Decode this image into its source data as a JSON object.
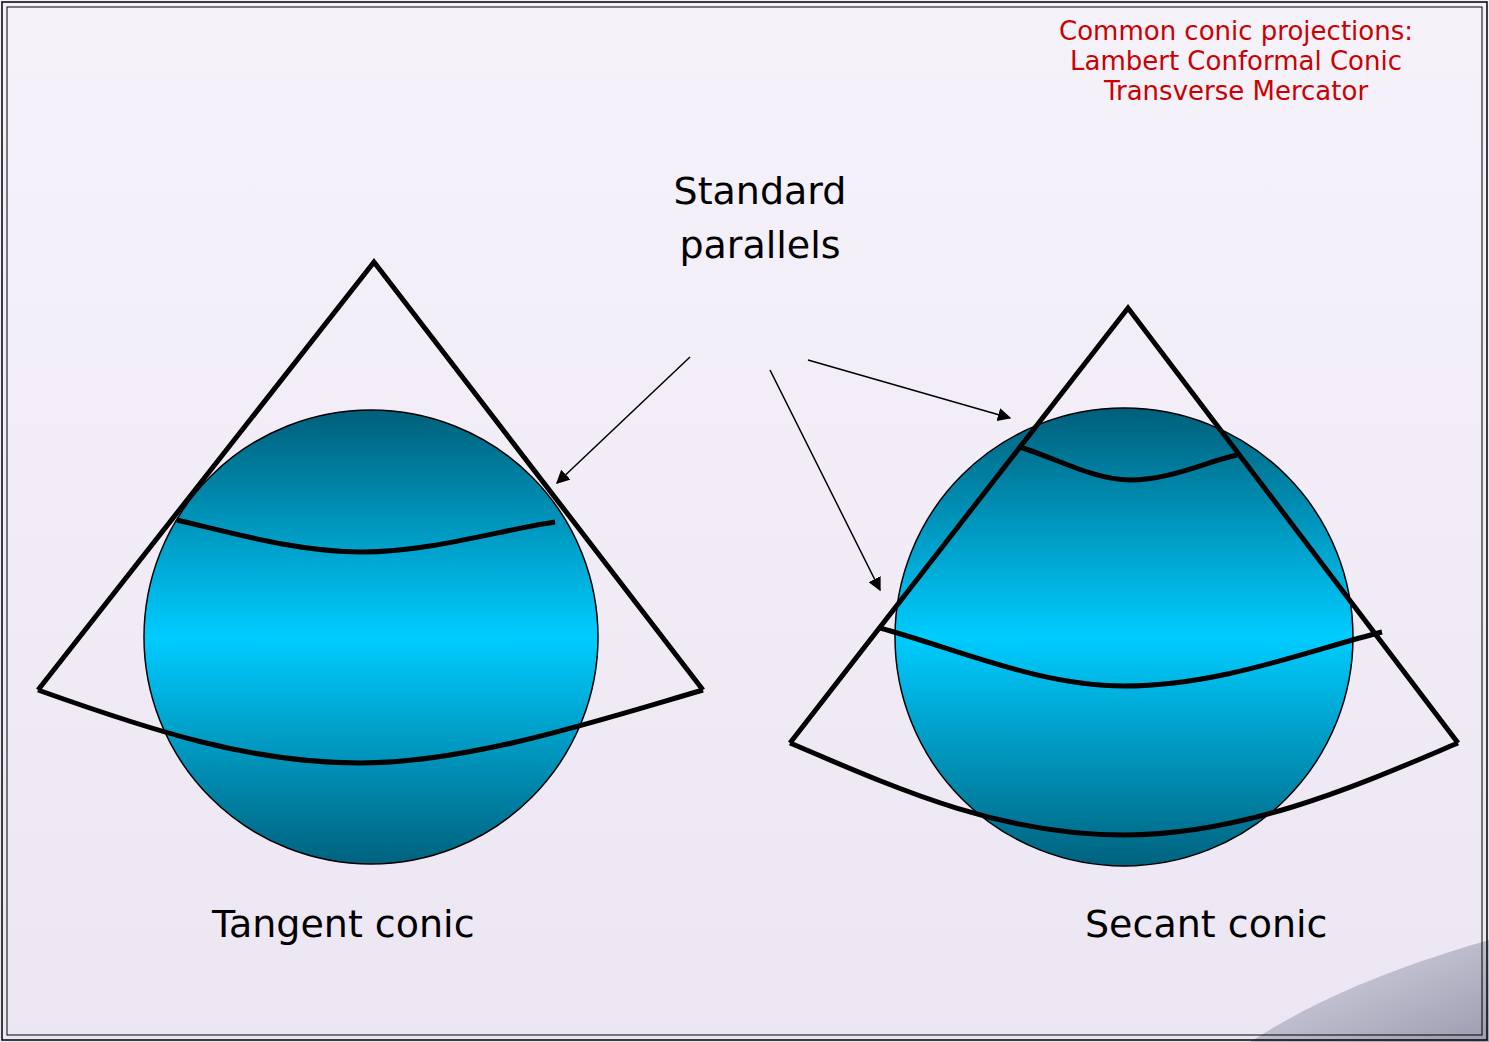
{
  "diagram": {
    "labels": [
      "Common conic projections:",
      "Lambert Conformal Conic",
      "Transverse Mercator",
      "Standard parallels",
      "Tangent conic",
      "Secant conic"
    ]
  }
}
